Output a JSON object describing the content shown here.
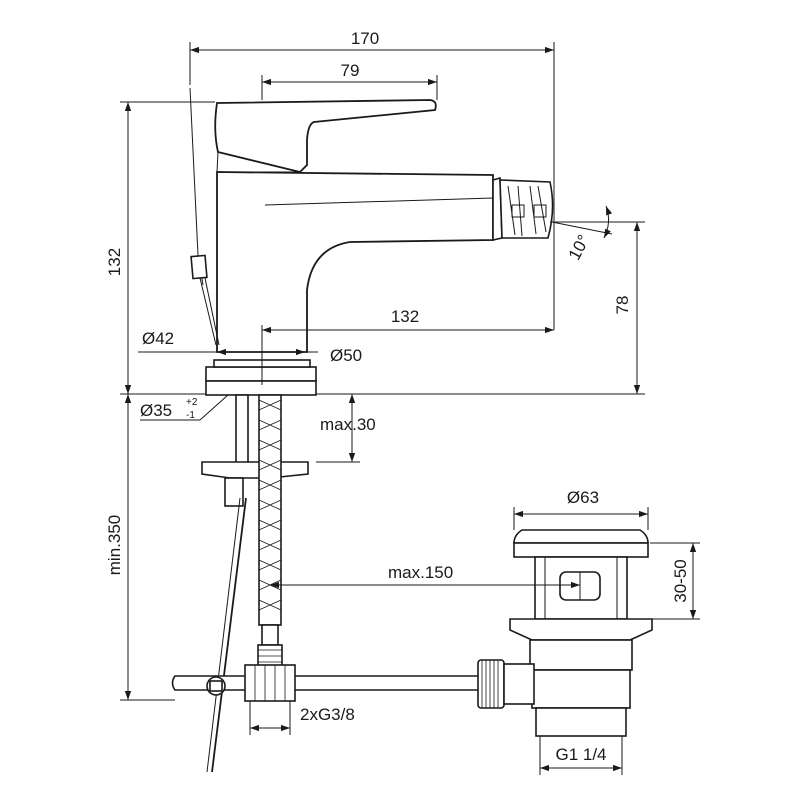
{
  "dimensions": {
    "overall_width": "170",
    "lever_width": "79",
    "total_height": "132",
    "spout_reach": "132",
    "spout_height": "78",
    "spout_angle": "10°",
    "base_diameter_top": "Ø42",
    "base_diameter": "Ø50",
    "hole_diameter": "Ø35",
    "hole_tol_plus": "+2",
    "hole_tol_minus": "-1",
    "max_thickness": "max.30",
    "min_length": "min.350",
    "hose_max": "max.150",
    "waste_diameter": "Ø63",
    "waste_height": "30-50",
    "connections": "2xG3/8",
    "waste_thread": "G1 1/4"
  },
  "colors": {
    "line": "#1a1a1a",
    "background": "#ffffff"
  }
}
